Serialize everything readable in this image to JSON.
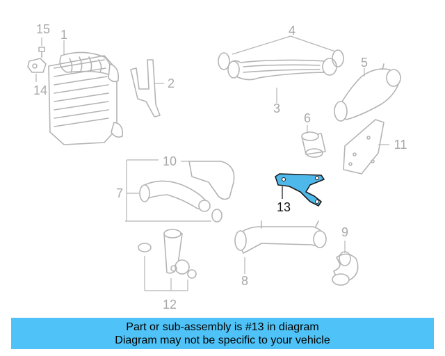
{
  "callouts": {
    "c1": "1",
    "c2": "2",
    "c3": "3",
    "c4": "4",
    "c5": "5",
    "c6": "6",
    "c7": "7",
    "c8": "8",
    "c9": "9",
    "c10": "10",
    "c11": "11",
    "c12": "12",
    "c13": "13",
    "c14": "14",
    "c15": "15"
  },
  "highlighted_part": "13",
  "colors": {
    "highlight": "#4fb8ea",
    "banner": "#4fc3f7",
    "line_art": "#b4b4b4"
  },
  "banner": {
    "line1": "Part or sub-assembly is #13 in diagram",
    "line2": "Diagram may not be specific to your vehicle"
  }
}
